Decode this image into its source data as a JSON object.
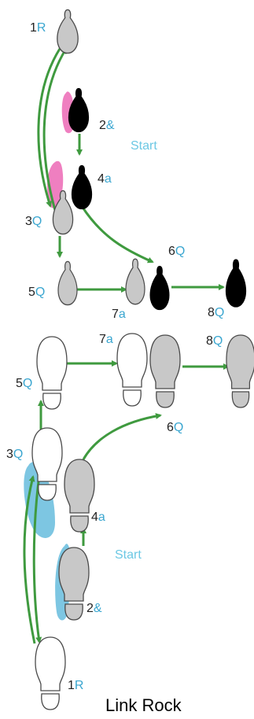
{
  "title": "Link Rock",
  "start_label": "Start",
  "colors": {
    "arrow": "#3f9a3f",
    "step_count_text": "#3aa6d0",
    "leader_foot": "#c8c8c8",
    "follower_foot_top": "#000000",
    "foot_outline": "#4a4a4a",
    "follower_highlight_top": "#ef7fc0",
    "follower_highlight_bottom": "#7dc6e2",
    "white_foot": "#ffffff"
  },
  "top_steps": [
    {
      "num": "1",
      "count": "R"
    },
    {
      "num": "2",
      "count": "&"
    },
    {
      "num": "3",
      "count": "Q"
    },
    {
      "num": "4",
      "count": "a"
    },
    {
      "num": "5",
      "count": "Q"
    },
    {
      "num": "6",
      "count": "Q"
    },
    {
      "num": "7",
      "count": "a"
    },
    {
      "num": "8",
      "count": "Q"
    }
  ],
  "bottom_steps": [
    {
      "num": "1",
      "count": "R"
    },
    {
      "num": "2",
      "count": "&"
    },
    {
      "num": "3",
      "count": "Q"
    },
    {
      "num": "4",
      "count": "a"
    },
    {
      "num": "5",
      "count": "Q"
    },
    {
      "num": "6",
      "count": "Q"
    },
    {
      "num": "7",
      "count": "a"
    },
    {
      "num": "8",
      "count": "Q"
    }
  ]
}
